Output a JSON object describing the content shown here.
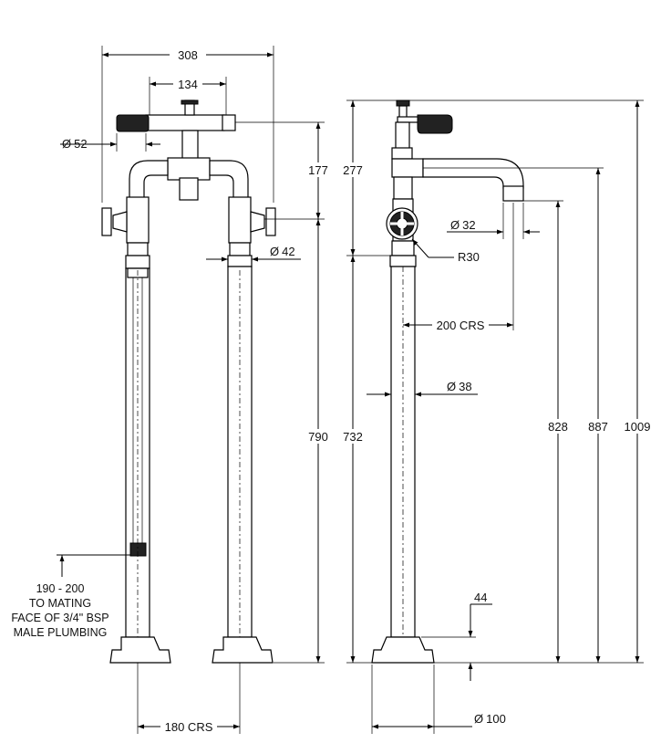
{
  "dimensions": {
    "width_308": "308",
    "width_134": "134",
    "dia_52": "52",
    "dim_177": "177",
    "dim_277": "277",
    "dia_42": "42",
    "dia_32": "32",
    "radius_30": "R30",
    "spacing_200_crs": "200 CRS",
    "dia_38": "38",
    "dim_790": "790",
    "dim_732": "732",
    "dim_828": "828",
    "dim_887": "887",
    "dim_1009": "1009",
    "dim_44": "44",
    "spacing_180_crs": "180 CRS",
    "dia_100": "100",
    "diameter_symbol": "Ø"
  },
  "note": {
    "line1": "190 - 200",
    "line2": "TO MATING",
    "line3": "FACE OF 3/4\" BSP",
    "line4": "MALE PLUMBING"
  }
}
